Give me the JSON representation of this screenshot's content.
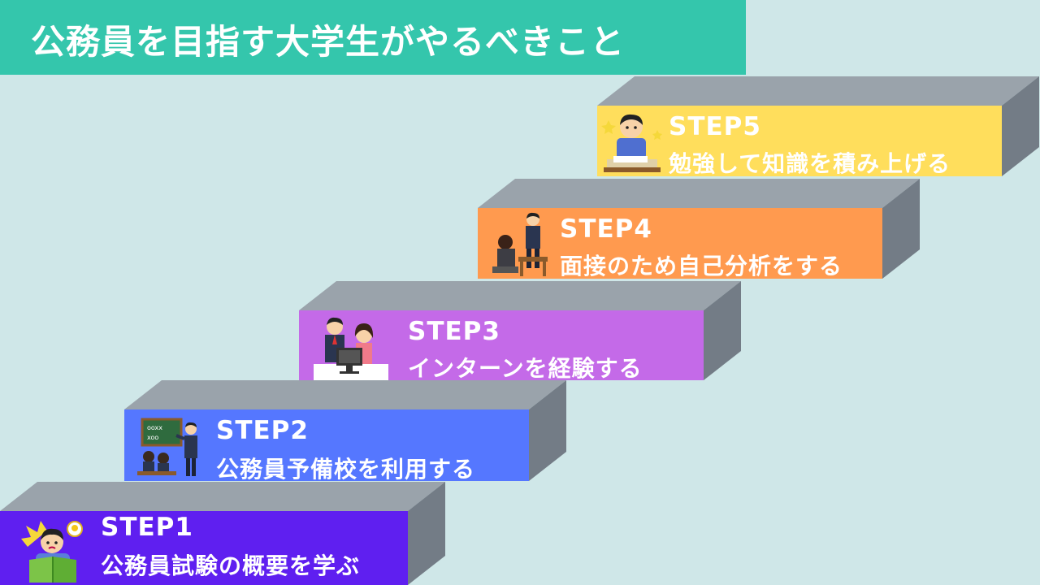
{
  "title": "公務員を目指す大学生がやるべきこと",
  "colors": {
    "background": "#cfe7e8",
    "banner": "#34c6ac",
    "step_top": "#9aa3ab",
    "step_side": "#737c86"
  },
  "steps": [
    {
      "label": "STEP1",
      "desc": "公務員試験の概要を学ぶ",
      "color": "#5f1ff0",
      "icon": "student-reading-book-icon"
    },
    {
      "label": "STEP2",
      "desc": "公務員予備校を利用する",
      "color": "#5577ff",
      "icon": "classroom-teacher-icon"
    },
    {
      "label": "STEP3",
      "desc": "インターンを経験する",
      "color": "#c46ae8",
      "icon": "office-coworkers-icon"
    },
    {
      "label": "STEP4",
      "desc": "面接のため自己分析をする",
      "color": "#ff9a4f",
      "icon": "job-interview-icon"
    },
    {
      "label": "STEP5",
      "desc": "勉強して知識を積み上げる",
      "color": "#ffde5c",
      "icon": "studying-student-icon"
    }
  ]
}
